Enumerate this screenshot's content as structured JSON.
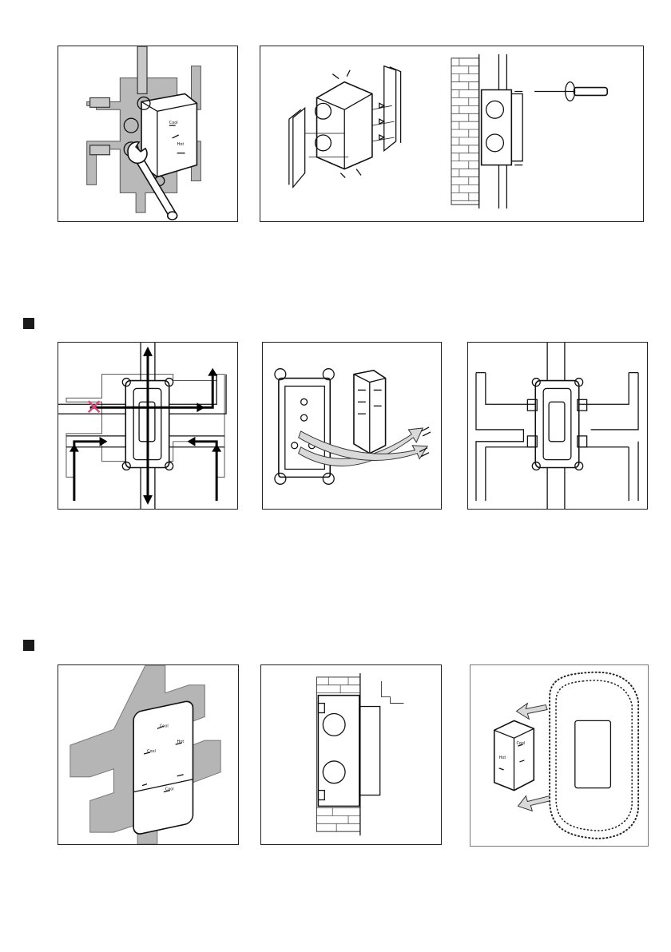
{
  "page": {
    "background": "#ffffff",
    "ink": "#111111",
    "cross_color": "#e0457a"
  },
  "sections": [
    {
      "id": "step-2",
      "marker": "section-marker-2"
    },
    {
      "id": "step-3",
      "marker": "section-marker-3"
    }
  ],
  "box_labels": [
    "Cool",
    "Cool",
    "Hot",
    "Cool"
  ],
  "figures": [
    {
      "id": "fig-valve-install-wrench",
      "icon": "wrench-icon"
    },
    {
      "id": "fig-frame-mounting-screwdriver",
      "icon": "screwdriver-icon"
    },
    {
      "id": "fig-flow-direction",
      "icon": "cross-mark-icon"
    },
    {
      "id": "fig-plug-removal",
      "icon": "plug-icon"
    },
    {
      "id": "fig-installed-box",
      "icon": "valve-box-icon"
    },
    {
      "id": "fig-cover-box",
      "icon": "cover-box-icon"
    },
    {
      "id": "fig-wall-depth",
      "icon": "brick-wall-icon"
    },
    {
      "id": "fig-faceplate-fit",
      "icon": "faceplate-icon"
    }
  ]
}
